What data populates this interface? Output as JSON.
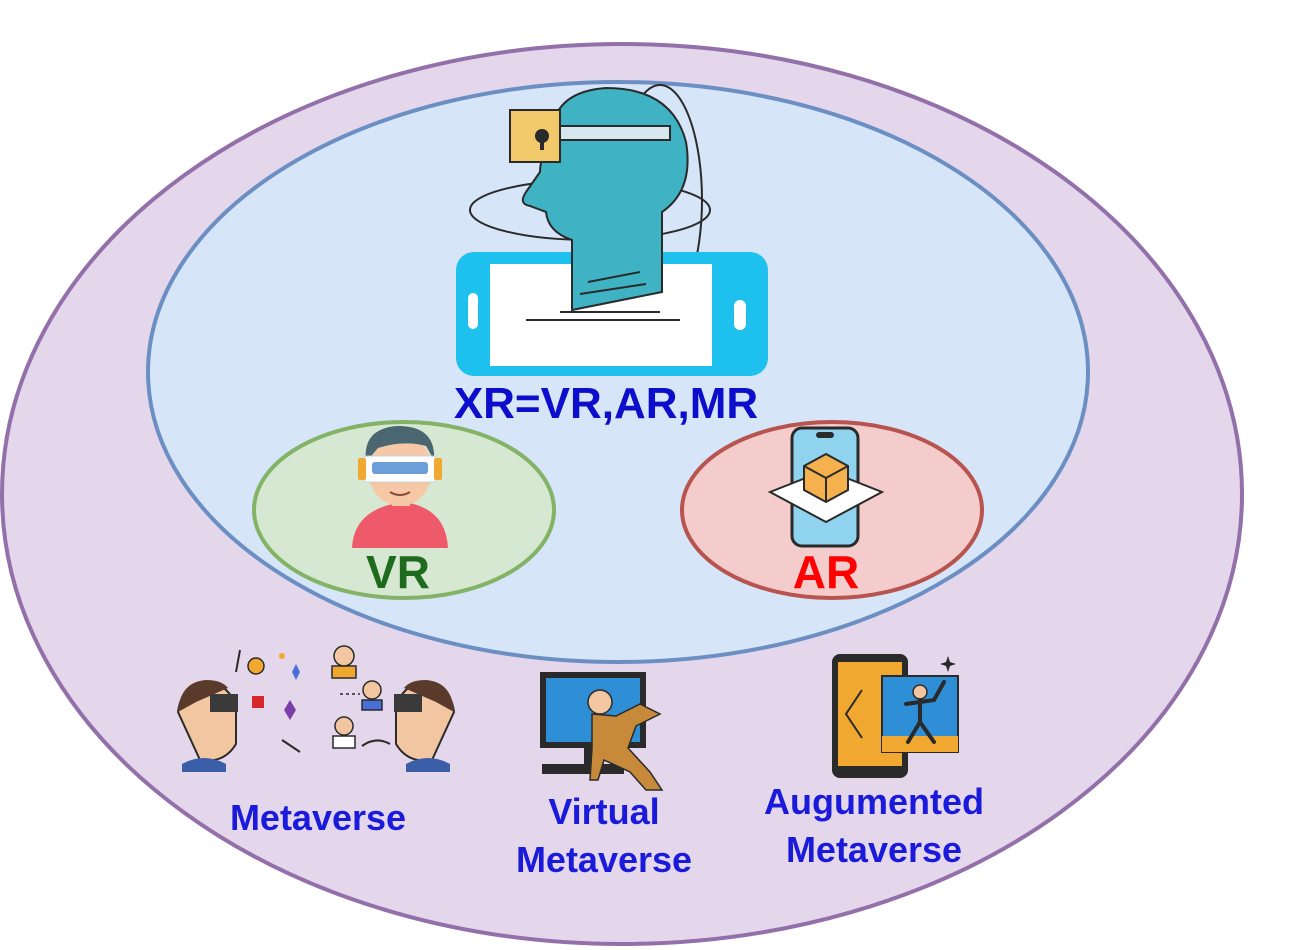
{
  "labels": {
    "xr": "XR=VR,AR,MR",
    "vr": "VR",
    "ar": "AR",
    "metaverse": "Metaverse",
    "virtual_metaverse": [
      "Virtual",
      "Metaverse"
    ],
    "augmented_metaverse": [
      "Augumented",
      "Metaverse"
    ]
  },
  "icons": {
    "xr": "vr-head-phone-icon",
    "vr": "vr-headset-person-icon",
    "ar": "ar-phone-cube-icon",
    "metaverse": "metaverse-people-icon",
    "virtual_metaverse": "virtual-metaverse-icon",
    "augmented_metaverse": "augmented-metaverse-icon"
  },
  "colors": {
    "outer_fill": "#e4d6eb",
    "outer_stroke": "#9370aa",
    "xr_fill": "#d6e5f7",
    "xr_stroke": "#6b8fc2",
    "vr_fill": "#d7e8d2",
    "vr_stroke": "#82b366",
    "ar_fill": "#f5cccc",
    "ar_stroke": "#b85450",
    "xr_text": "#0d0dcc",
    "vr_text": "#1e6b1e",
    "ar_text": "#ff0000",
    "metaverse_text": "#1a1adb"
  }
}
